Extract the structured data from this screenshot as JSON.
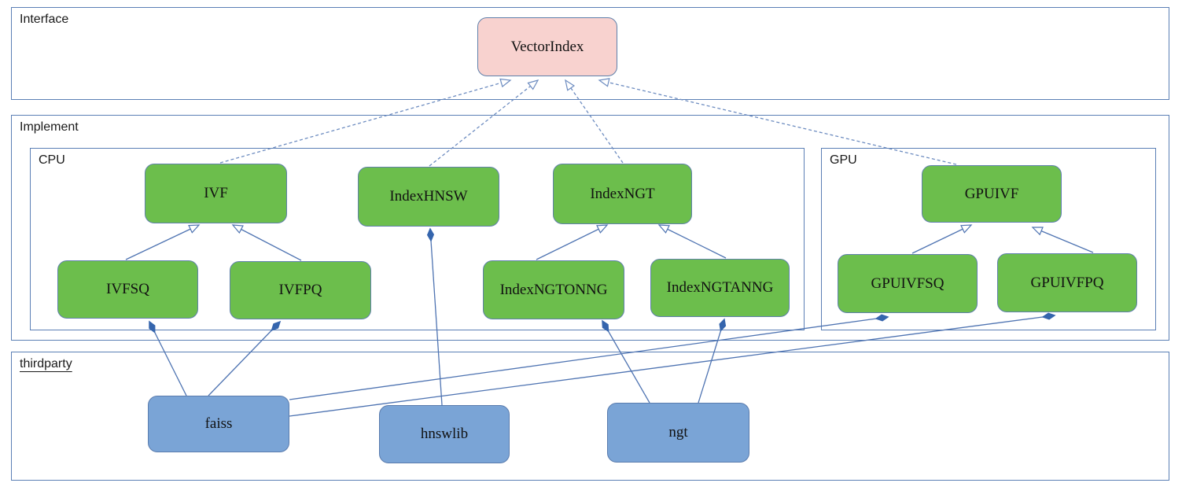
{
  "containers": {
    "interface": {
      "label": "Interface"
    },
    "implement": {
      "label": "Implement"
    },
    "cpu": {
      "label": "CPU"
    },
    "gpu": {
      "label": "GPU"
    },
    "thirdparty": {
      "label": "thirdparty"
    }
  },
  "nodes": {
    "vectorindex": {
      "label": "VectorIndex",
      "layer": "interface"
    },
    "ivf": {
      "label": "IVF",
      "layer": "implement-cpu"
    },
    "indexhnsw": {
      "label": "IndexHNSW",
      "layer": "implement-cpu"
    },
    "indexngt": {
      "label": "IndexNGT",
      "layer": "implement-cpu"
    },
    "ivfsq": {
      "label": "IVFSQ",
      "layer": "implement-cpu"
    },
    "ivfpq": {
      "label": "IVFPQ",
      "layer": "implement-cpu"
    },
    "indexngtonng": {
      "label": "IndexNGTONNG",
      "layer": "implement-cpu"
    },
    "indexngtanng": {
      "label": "IndexNGTANNG",
      "layer": "implement-cpu"
    },
    "gpuivf": {
      "label": "GPUIVF",
      "layer": "implement-gpu"
    },
    "gpuivfsq": {
      "label": "GPUIVFSQ",
      "layer": "implement-gpu"
    },
    "gpuivfpq": {
      "label": "GPUIVFPQ",
      "layer": "implement-gpu"
    },
    "faiss": {
      "label": "faiss",
      "layer": "thirdparty"
    },
    "hnswlib": {
      "label": "hnswlib",
      "layer": "thirdparty"
    },
    "ngt": {
      "label": "ngt",
      "layer": "thirdparty"
    }
  },
  "edges": [
    {
      "from": "IVF",
      "to": "VectorIndex",
      "relation": "implements",
      "style": "dashed-hollow-arrow"
    },
    {
      "from": "IndexHNSW",
      "to": "VectorIndex",
      "relation": "implements",
      "style": "dashed-hollow-arrow"
    },
    {
      "from": "IndexNGT",
      "to": "VectorIndex",
      "relation": "implements",
      "style": "dashed-hollow-arrow"
    },
    {
      "from": "GPUIVF",
      "to": "VectorIndex",
      "relation": "implements",
      "style": "dashed-hollow-arrow"
    },
    {
      "from": "IVFSQ",
      "to": "IVF",
      "relation": "extends",
      "style": "solid-hollow-arrow"
    },
    {
      "from": "IVFPQ",
      "to": "IVF",
      "relation": "extends",
      "style": "solid-hollow-arrow"
    },
    {
      "from": "IndexNGTONNG",
      "to": "IndexNGT",
      "relation": "extends",
      "style": "solid-hollow-arrow"
    },
    {
      "from": "IndexNGTANNG",
      "to": "IndexNGT",
      "relation": "extends",
      "style": "solid-hollow-arrow"
    },
    {
      "from": "GPUIVFSQ",
      "to": "GPUIVF",
      "relation": "extends",
      "style": "solid-hollow-arrow"
    },
    {
      "from": "GPUIVFPQ",
      "to": "GPUIVF",
      "relation": "extends",
      "style": "solid-hollow-arrow"
    },
    {
      "from": "faiss",
      "to": "IVFSQ",
      "relation": "composition",
      "style": "solid-filled-diamond"
    },
    {
      "from": "faiss",
      "to": "IVFPQ",
      "relation": "composition",
      "style": "solid-filled-diamond"
    },
    {
      "from": "faiss",
      "to": "GPUIVFSQ",
      "relation": "composition",
      "style": "solid-filled-diamond"
    },
    {
      "from": "faiss",
      "to": "GPUIVFPQ",
      "relation": "composition",
      "style": "solid-filled-diamond"
    },
    {
      "from": "hnswlib",
      "to": "IndexHNSW",
      "relation": "composition",
      "style": "solid-filled-diamond"
    },
    {
      "from": "ngt",
      "to": "IndexNGTONNG",
      "relation": "composition",
      "style": "solid-filled-diamond"
    },
    {
      "from": "ngt",
      "to": "IndexNGTANNG",
      "relation": "composition",
      "style": "solid-filled-diamond"
    }
  ],
  "colors": {
    "node_green": "#6cbe4c",
    "node_pink": "#f8d2cf",
    "node_blue": "#7aa4d6",
    "container_border": "#5b7fb5",
    "edge_solid": "#4f74b2",
    "edge_dashed": "#6d8cc0",
    "diamond_fill": "#3565ad",
    "spellcheck_squiggle": "#e02b20"
  }
}
